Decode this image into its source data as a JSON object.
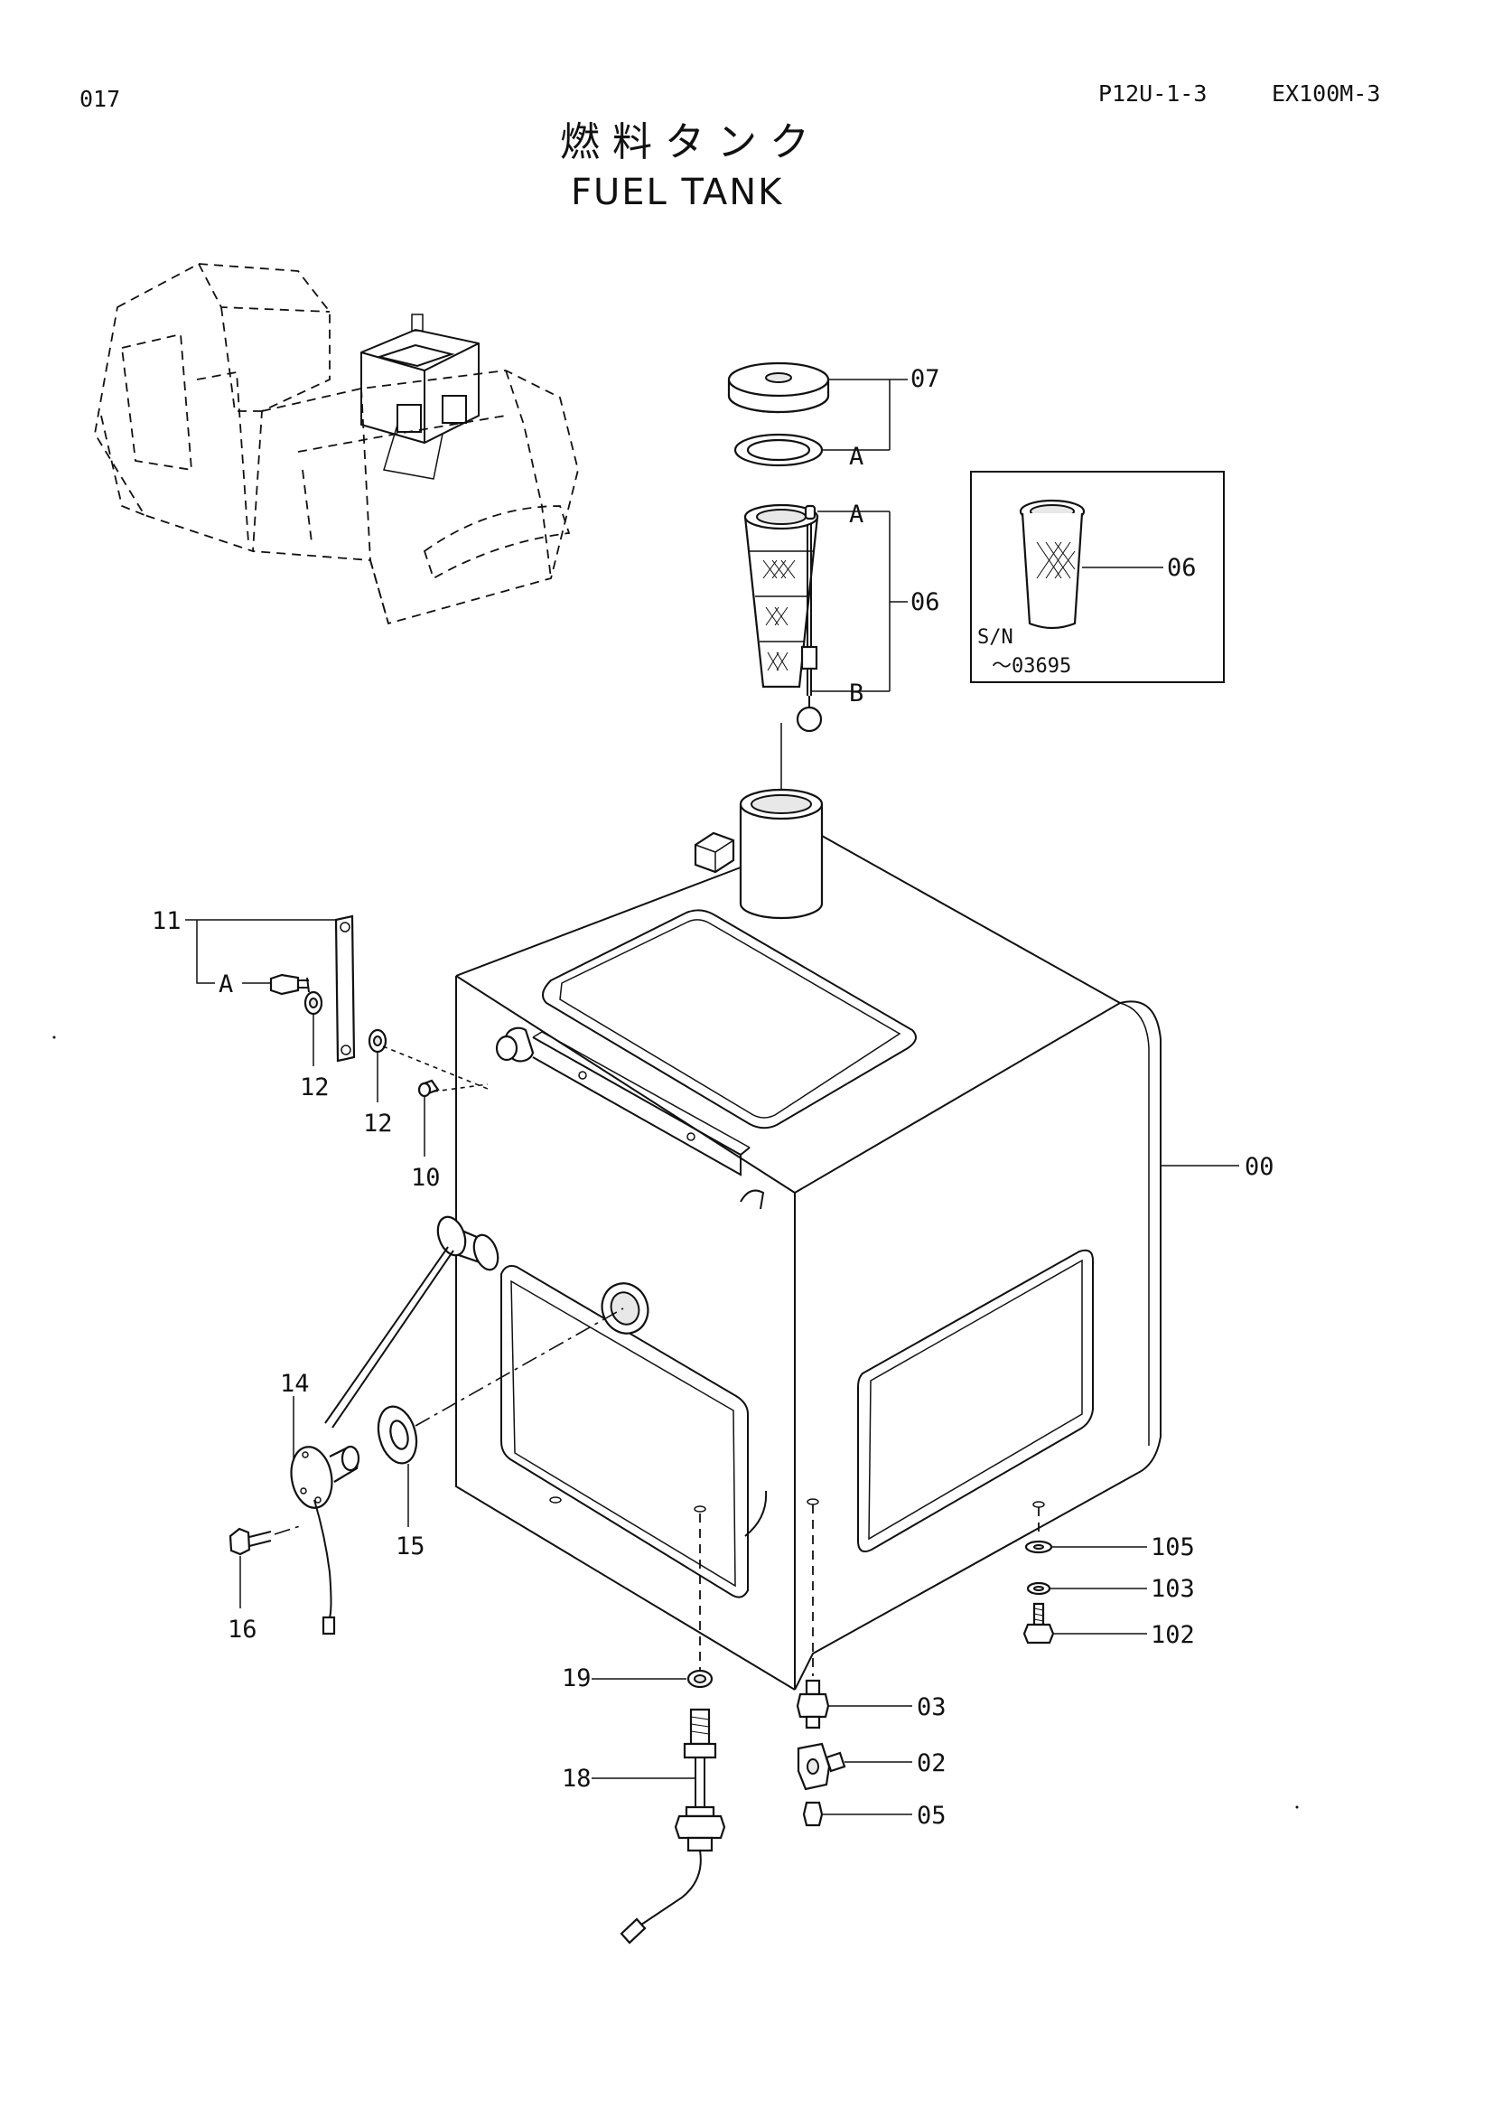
{
  "header": {
    "page_number": "017",
    "section_code": "P12U-1-3",
    "model": "EX100M-3"
  },
  "title": {
    "japanese": "燃料タンク",
    "english": "FUEL TANK"
  },
  "inset": {
    "serial_label": "S/N",
    "serial_range": "～03695",
    "part_ref": "06"
  },
  "callouts": {
    "p07": "07",
    "p07_sub": "A",
    "p06_top": "A",
    "p06": "06",
    "p06_bottom": "B",
    "p11": "11",
    "p11_sub": "A",
    "p12a": "12",
    "p12b": "12",
    "p10": "10",
    "p00": "00",
    "p14": "14",
    "p15": "15",
    "p16": "16",
    "p105": "105",
    "p103": "103",
    "p102": "102",
    "p19": "19",
    "p18": "18",
    "p03": "03",
    "p02": "02",
    "p05": "05"
  }
}
